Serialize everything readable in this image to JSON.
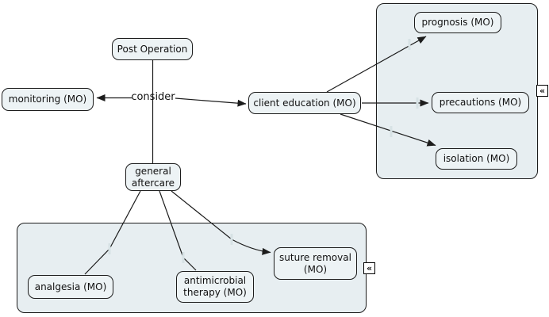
{
  "nodes": {
    "post_operation": {
      "label": "Post Operation"
    },
    "monitoring": {
      "label": "monitoring (MO)"
    },
    "client_education": {
      "label": "client education (MO)"
    },
    "prognosis": {
      "label": "prognosis (MO)"
    },
    "precautions": {
      "label": "precautions (MO)"
    },
    "isolation": {
      "label": "isolation (MO)"
    },
    "general_aftercare": {
      "label": "general aftercare"
    },
    "analgesia": {
      "label": "analgesia (MO)"
    },
    "antimicrobial_therapy": {
      "label": "antimicrobial therapy (MO)"
    },
    "suture_removal": {
      "label": "suture removal (MO)"
    }
  },
  "linking_phrases": {
    "consider": {
      "label": "consider"
    }
  },
  "icons": {
    "collapse_glyph": "«"
  },
  "colors": {
    "background": "#ffffff",
    "node_fill": "#edf3f5",
    "container_fill": "#e7eef1",
    "border": "#1c1c1c",
    "line": "#1c1c1c",
    "anchor_tick": "#d7e2e5"
  }
}
